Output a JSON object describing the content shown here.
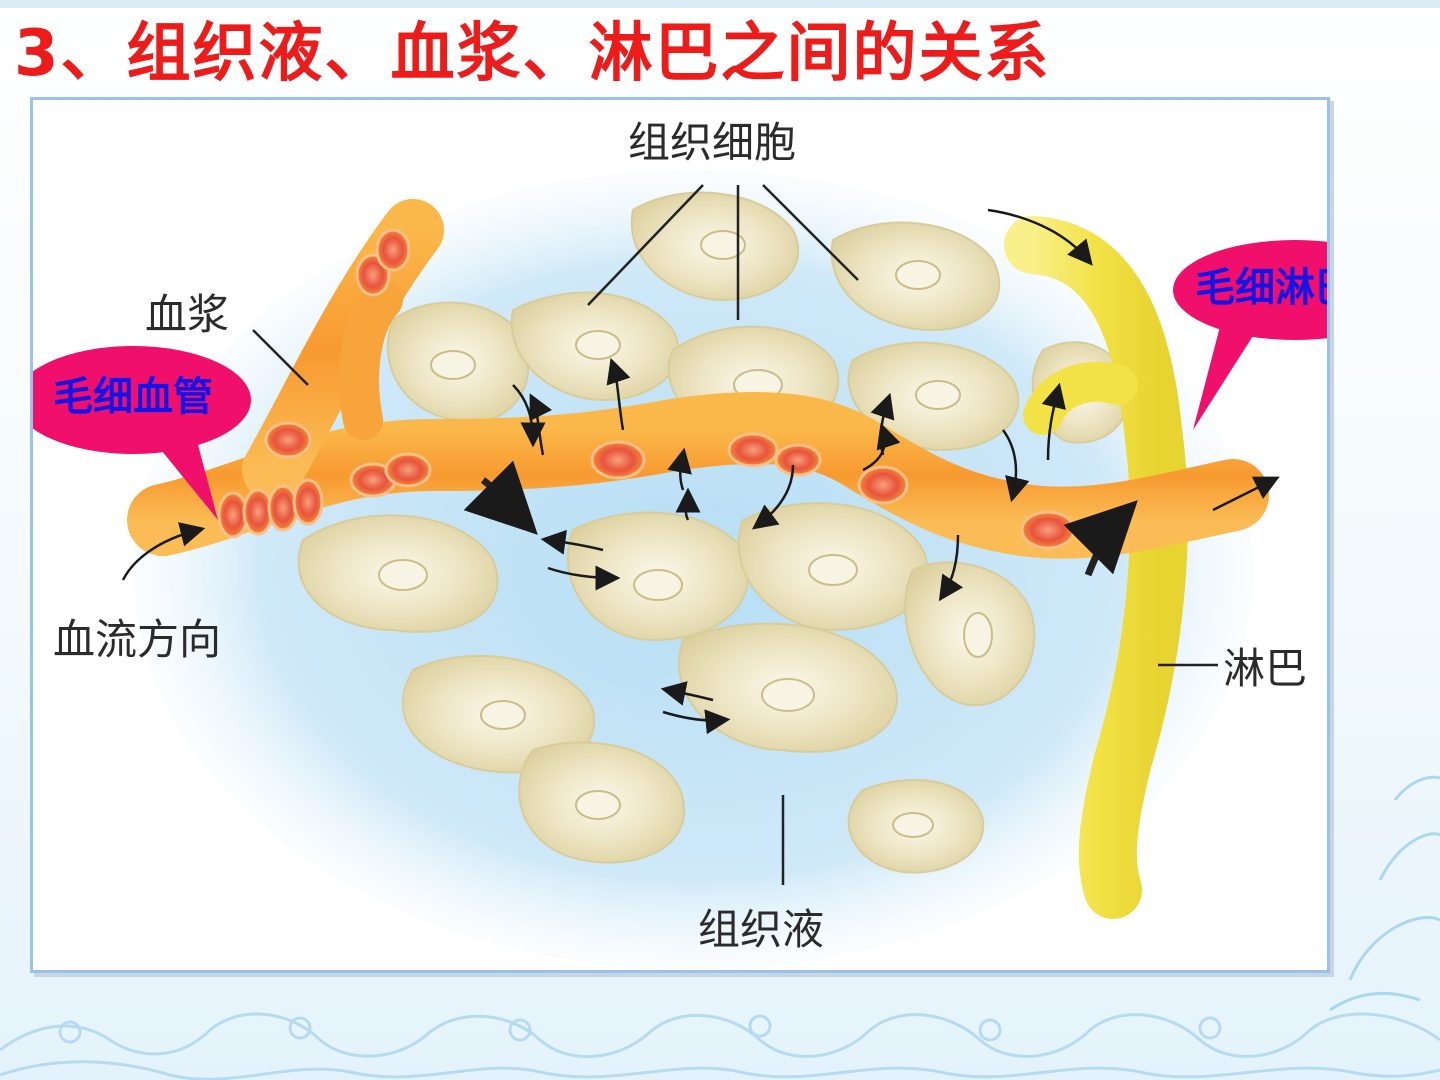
{
  "slide": {
    "title": "3、组织液、血浆、淋巴之间的关系"
  },
  "diagram": {
    "labels": {
      "tissue_cells": "组织细胞",
      "plasma": "血浆",
      "lymph": "淋巴",
      "blood_flow_direction": "血流方向",
      "tissue_fluid": "组织液"
    },
    "callouts": {
      "capillary": "毛细血管",
      "lymph_capillary": "毛细淋巴管"
    },
    "colors": {
      "title": "#ee1b1b",
      "callout_fill": "#f0106c",
      "callout_text": "#1414e6",
      "capillary": "#f7a43a",
      "lymph_vessel": "#f2e64a",
      "tissue_fluid": "#bfe2f6",
      "cells": "#e6dcb4"
    }
  }
}
